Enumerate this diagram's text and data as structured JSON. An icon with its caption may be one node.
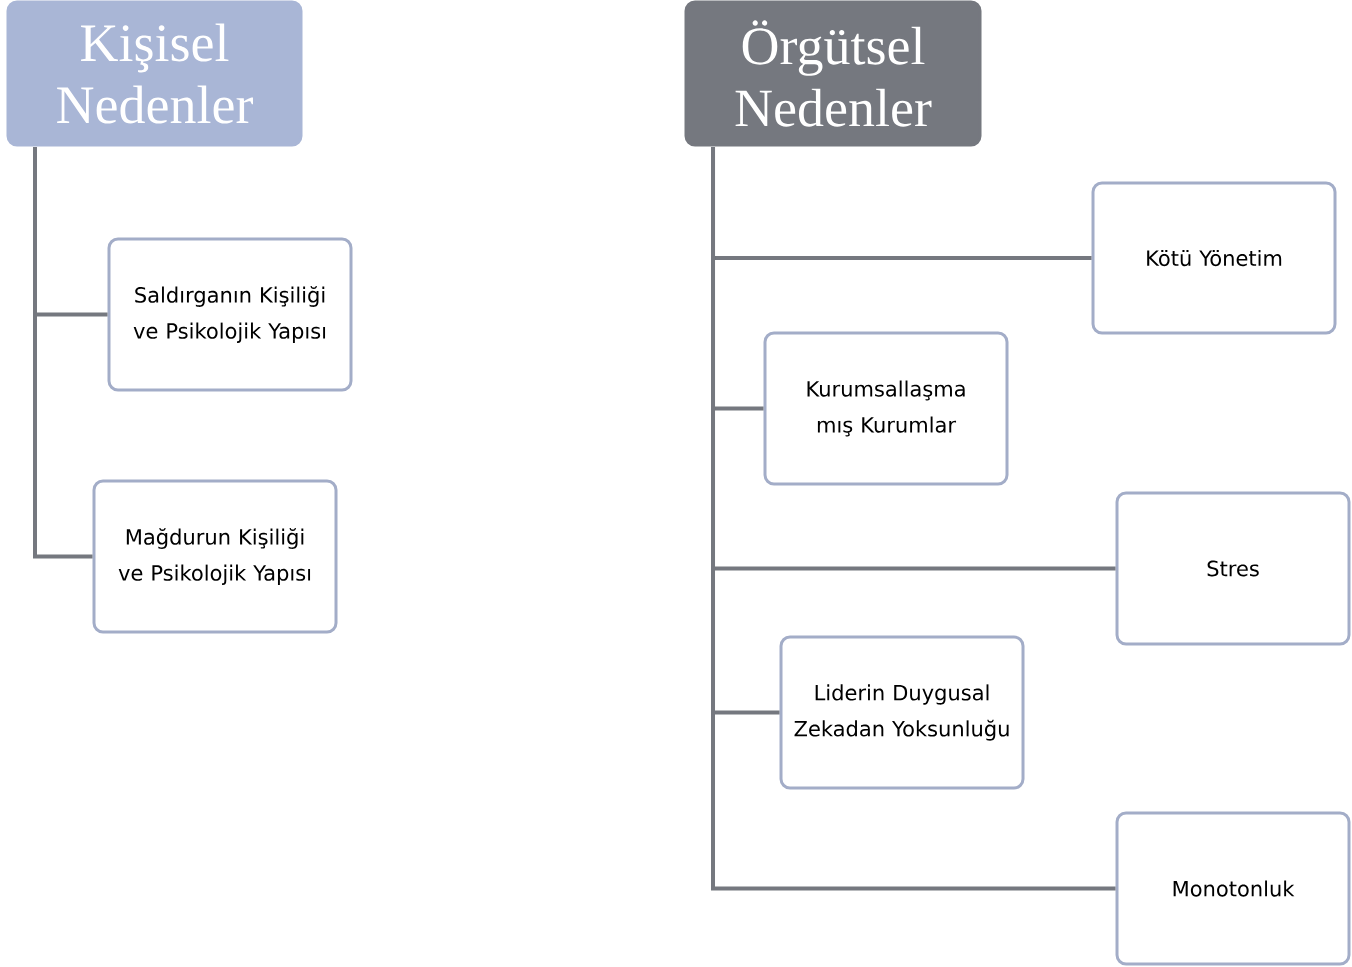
{
  "diagram": {
    "nodes": [
      {
        "text": [
          "Kişisel Nedenler"
        ]
      },
      {
        "text": [
          "Saldırganın Kişiliği ve Psikolojik Yapısı"
        ]
      },
      {
        "text": [
          "Mağdurun Kişiliği ve Psikolojik Yapısı"
        ]
      },
      {
        "text": [
          "Örgütsel Nedenler"
        ]
      },
      {
        "text": [
          "Kötü Yönetim"
        ]
      },
      {
        "text": [
          "Kurumsallaşma mış Kurumlar"
        ]
      },
      {
        "text": [
          "Stres"
        ]
      },
      {
        "text": [
          "Liderin Duygusal Zekadan Yoksunluğu"
        ]
      },
      {
        "text": [
          "Monotonluk"
        ]
      }
    ],
    "edges": [
      {
        "from": 0,
        "to": 1,
        "arrow": "none"
      },
      {
        "from": 0,
        "to": 2,
        "arrow": "none"
      },
      {
        "from": 3,
        "to": 4,
        "arrow": "none"
      },
      {
        "from": 3,
        "to": 5,
        "arrow": "none"
      },
      {
        "from": 3,
        "to": 6,
        "arrow": "none"
      },
      {
        "from": 3,
        "to": 7,
        "arrow": "none"
      },
      {
        "from": 3,
        "to": 8,
        "arrow": "none"
      }
    ]
  }
}
